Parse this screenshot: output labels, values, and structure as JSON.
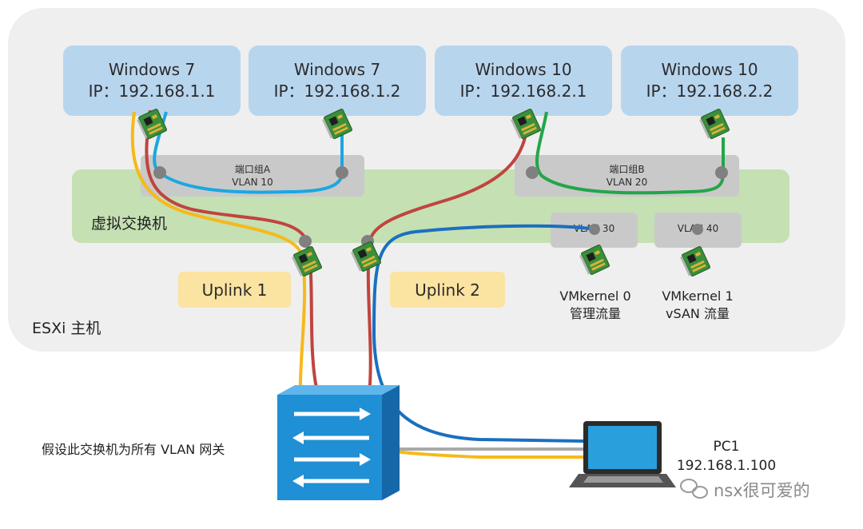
{
  "host": {
    "label": "ESXi 主机"
  },
  "vms": [
    {
      "name": "Windows 7",
      "ip": "IP：192.168.1.1"
    },
    {
      "name": "Windows 7",
      "ip": "IP：192.168.1.2"
    },
    {
      "name": "Windows 10",
      "ip": "IP：192.168.2.1"
    },
    {
      "name": "Windows 10",
      "ip": "IP：192.168.2.2"
    }
  ],
  "vswitch": {
    "label": "虚拟交换机"
  },
  "port_groups": [
    {
      "name": "端口组A",
      "vlan": "VLAN 10"
    },
    {
      "name": "端口组B",
      "vlan": "VLAN 20"
    }
  ],
  "vmkernel": [
    {
      "vlan": "VLAN 30",
      "name": "VMkernel 0",
      "desc": "管理流量"
    },
    {
      "vlan": "VLAN 40",
      "name": "VMkernel 1",
      "desc": "vSAN 流量"
    }
  ],
  "uplinks": [
    "Uplink 1",
    "Uplink 2"
  ],
  "switch": {
    "label": "假设此交换机为所有 VLAN 网关"
  },
  "pc": {
    "name": "PC1",
    "ip": "192.168.1.100"
  },
  "watermark": "nsx很可爱的",
  "colors": {
    "vlan10": "#1ba7e0",
    "vlan20": "#22a649",
    "trunk": "#c0443f",
    "mgmt": "#1b6fbf",
    "pc_link": "#f6b91a",
    "switch_blue": "#1f8fd6"
  }
}
